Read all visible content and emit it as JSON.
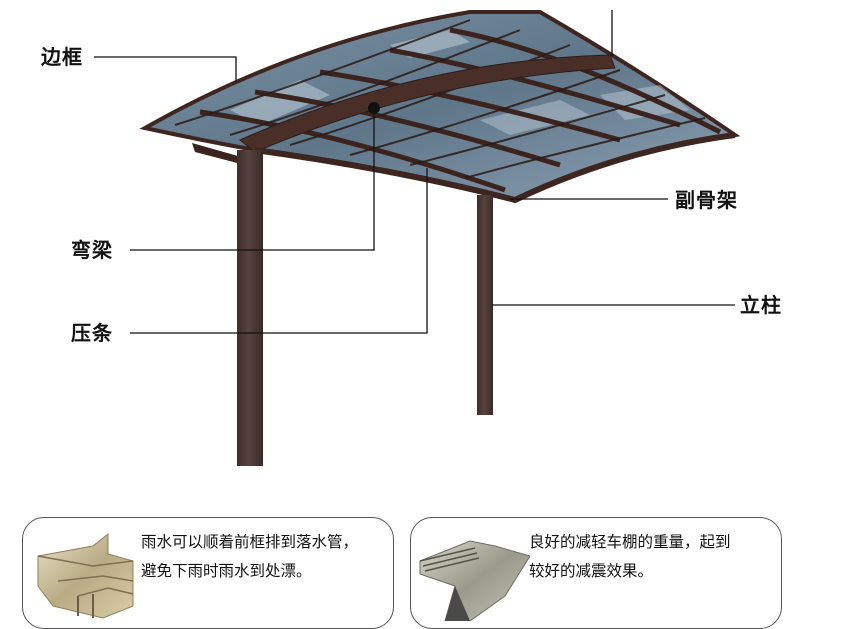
{
  "diagram": {
    "subject": "carport canopy structure",
    "colors": {
      "frame": "#4a2f28",
      "frame_light": "#6b4a3e",
      "post": "#4b3a37",
      "panel": "#6f8799",
      "panel_light": "#a9bac6",
      "leader_line": "#111111"
    },
    "labels": [
      {
        "id": "edge-frame",
        "text": "边框"
      },
      {
        "id": "curved-beam",
        "text": "弯梁"
      },
      {
        "id": "pressing-strip",
        "text": "压条"
      },
      {
        "id": "sub-frame",
        "text": "副骨架"
      },
      {
        "id": "post",
        "text": "立柱"
      }
    ]
  },
  "cards": [
    {
      "id": "front-frame-card",
      "image": "gold-aluminum-gutter-profile",
      "lines": [
        "雨水可以顺着前框排到落水管，",
        "避免下雨时雨水到处漂。"
      ]
    },
    {
      "id": "lightweight-card",
      "image": "silver-aluminum-beam-profile",
      "lines": [
        "良好的减轻车棚的重量，起到",
        "较好的减震效果。"
      ]
    }
  ]
}
